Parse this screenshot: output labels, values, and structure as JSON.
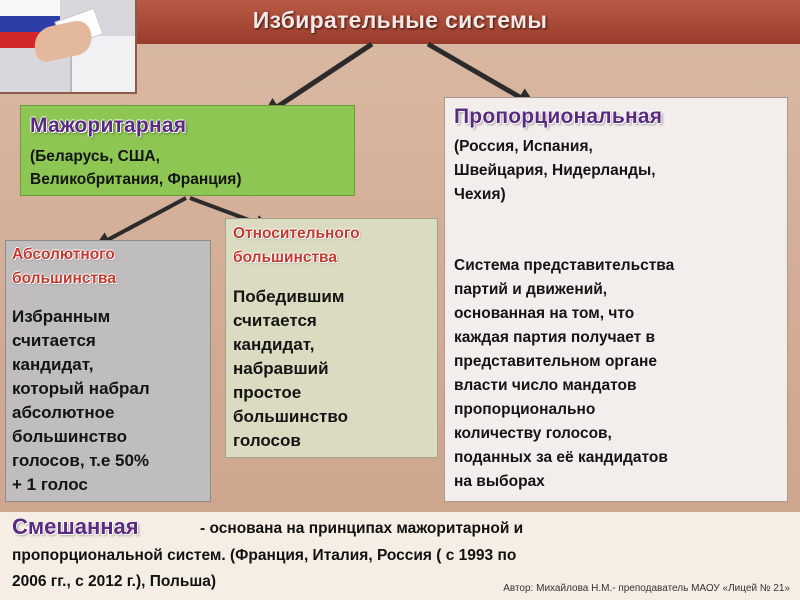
{
  "title": "Избирательные системы",
  "majoritarian": {
    "heading": "Мажоритарная",
    "lines": [
      "(Беларусь, США,",
      "Великобритания, Франция)"
    ]
  },
  "proportional": {
    "heading": "Пропорциональная",
    "countries": [
      "(Россия, Испания,",
      "Швейцария, Нидерланды,",
      "Чехия)"
    ],
    "description": [
      "Система представительства",
      "партий и движений,",
      "основанная на том, что",
      "каждая партия получает в",
      "представительном органе",
      "власти число мандатов",
      "пропорционально",
      "количеству голосов,",
      "поданных за её кандидатов",
      "на выборах"
    ]
  },
  "absolute": {
    "heading": [
      "Абсолютного",
      "большинства"
    ],
    "lines": [
      "Избранным",
      "считается",
      "кандидат,",
      "который набрал",
      "абсолютное",
      "большинство",
      "голосов, т.е 50%",
      "+ 1 голос"
    ]
  },
  "relative": {
    "heading": [
      "Относительного",
      "большинства"
    ],
    "lines": [
      "Победившим",
      "считается",
      "кандидат,",
      "набравший",
      "простое",
      "большинство",
      "голосов"
    ]
  },
  "mixed": {
    "heading": "Смешанная",
    "line1": "- основана на принципах мажоритарной и",
    "line2": "пропорциональной систем. (Франция, Италия, Россия ( с 1993 по",
    "line3": "2006 гг., с 2012 г.), Польша)"
  },
  "footer": "Автор: Михайлова Н.М.- преподаватель МАОУ «Лицей № 21»",
  "colors": {
    "title_bar": "#9a3c2c",
    "majoritarian_box": "#8ec653",
    "heading_text": "#5a2a80",
    "subheading_text": "#c23a2e",
    "arrow": "#2b2b2b"
  }
}
